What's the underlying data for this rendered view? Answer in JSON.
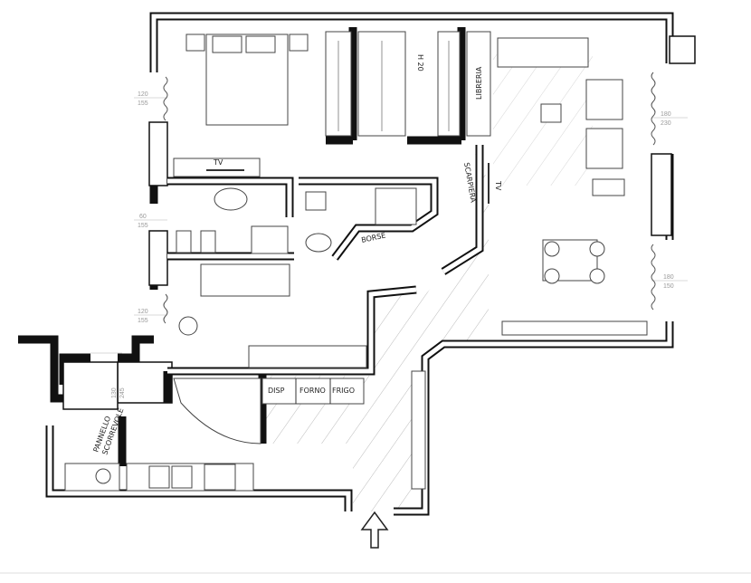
{
  "plan": {
    "labels": {
      "h20": "H 20",
      "libreria": "LIBRERIA",
      "scarpiera": "SCARPIERA",
      "borse": "BORSE",
      "tv_bedroom": "TV",
      "tv_living": "TV",
      "disp": "DISP",
      "forno": "FORNO",
      "frigo": "FRIGO",
      "pannello_1": "PANNELLO",
      "pannello_2": "SCORREVOLE"
    },
    "windows": [
      {
        "w": "120",
        "h": "155"
      },
      {
        "w": "60",
        "h": "155"
      },
      {
        "w": "120",
        "h": "155"
      },
      {
        "w": "180",
        "h": "230"
      },
      {
        "w": "180",
        "h": "150"
      },
      {
        "w": "130",
        "h": "245"
      }
    ]
  }
}
